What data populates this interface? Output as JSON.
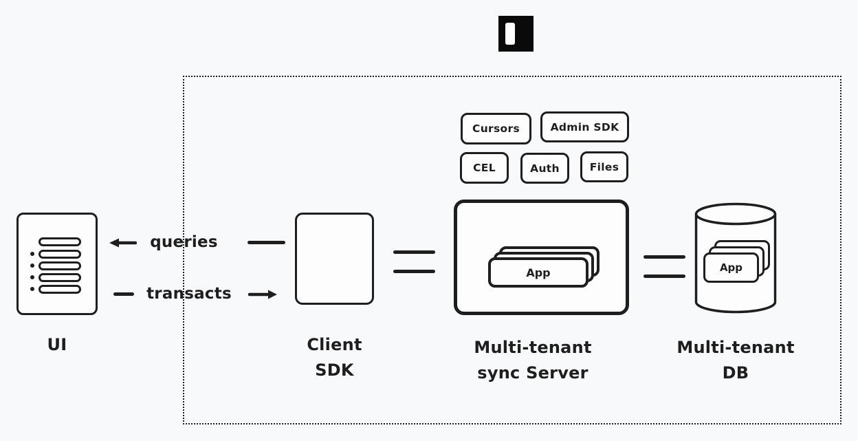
{
  "app": {
    "colors": {
      "ink": "#1e1e1e",
      "bg": "#f8f9fb",
      "card": "#fdfdfe",
      "logo": "#0a0a0a"
    }
  },
  "logo": {
    "icon": "instant-logo"
  },
  "badges": {
    "cursors": "Cursors",
    "admin_sdk": "Admin SDK",
    "cel": "CEL",
    "auth": "Auth",
    "files": "Files"
  },
  "nodes": {
    "ui": {
      "label": "UI"
    },
    "client_sdk": {
      "label": "Client SDK"
    },
    "sync_server": {
      "label_line1": "Multi-tenant",
      "label_line2": "sync Server",
      "card_label": "App"
    },
    "db": {
      "label_line1": "Multi-tenant",
      "label_line2": "DB",
      "card_label": "App"
    }
  },
  "edges": {
    "queries_label": "queries",
    "transacts_label": "transacts"
  }
}
